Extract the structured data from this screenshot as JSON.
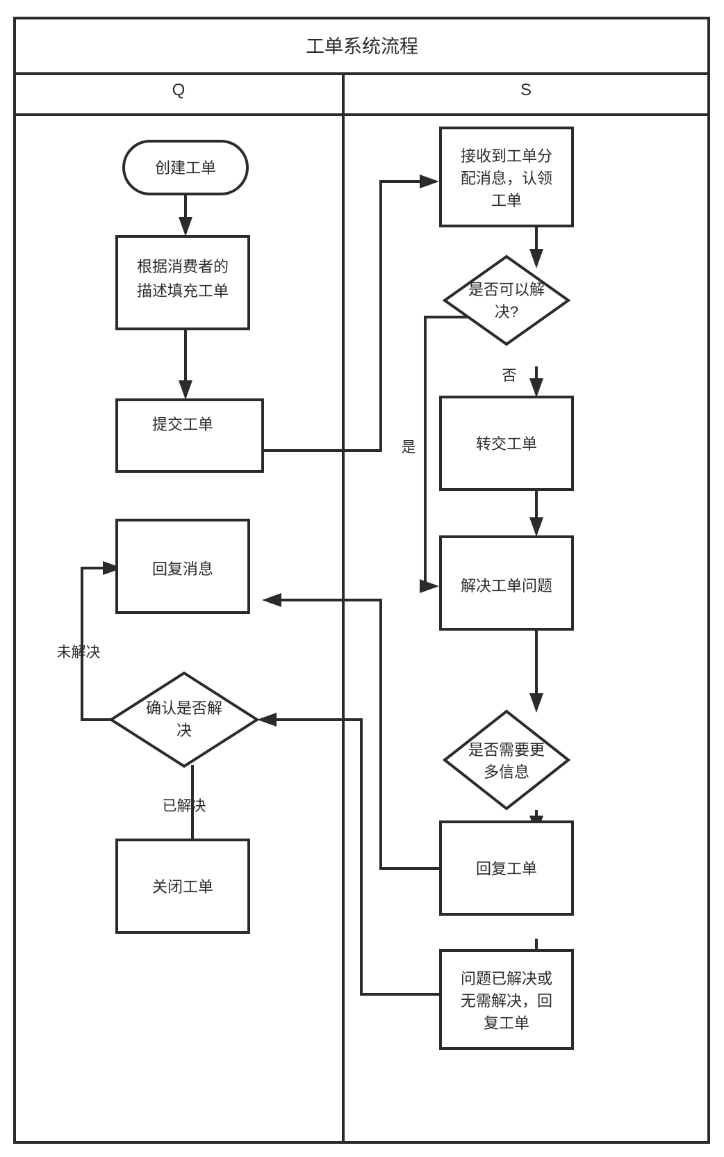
{
  "diagram": {
    "title": "工单系统流程",
    "type": "swimlane-flowchart",
    "lanes": [
      {
        "id": "lane-q",
        "label": "Q"
      },
      {
        "id": "lane-s",
        "label": "S"
      }
    ],
    "nodes": [
      {
        "id": "n1",
        "lane": "lane-q",
        "shape": "rounded-rectangle",
        "lines": [
          "创建工单"
        ]
      },
      {
        "id": "n2",
        "lane": "lane-q",
        "shape": "rectangle",
        "lines": [
          "根据消费者的",
          "描述填充工单"
        ]
      },
      {
        "id": "n3",
        "lane": "lane-q",
        "shape": "rectangle",
        "lines": [
          "提交工单"
        ]
      },
      {
        "id": "n4",
        "lane": "lane-q",
        "shape": "rectangle",
        "lines": [
          "回复消息"
        ]
      },
      {
        "id": "n5",
        "lane": "lane-q",
        "shape": "diamond",
        "lines": [
          "确认是否解",
          "决"
        ]
      },
      {
        "id": "n6",
        "lane": "lane-q",
        "shape": "rectangle",
        "lines": [
          "关闭工单"
        ]
      },
      {
        "id": "n7",
        "lane": "lane-s",
        "shape": "rectangle",
        "lines": [
          "接收到工单分",
          "配消息，认领",
          "工单"
        ]
      },
      {
        "id": "n8",
        "lane": "lane-s",
        "shape": "diamond",
        "lines": [
          "是否可以解",
          "决?"
        ]
      },
      {
        "id": "n9",
        "lane": "lane-s",
        "shape": "rectangle",
        "lines": [
          "转交工单"
        ]
      },
      {
        "id": "n10",
        "lane": "lane-s",
        "shape": "rectangle",
        "lines": [
          "解决工单问题"
        ]
      },
      {
        "id": "n11",
        "lane": "lane-s",
        "shape": "diamond",
        "lines": [
          "是否需要更",
          "多信息"
        ]
      },
      {
        "id": "n12",
        "lane": "lane-s",
        "shape": "rectangle",
        "lines": [
          "回复工单"
        ]
      },
      {
        "id": "n13",
        "lane": "lane-s",
        "shape": "rectangle",
        "lines": [
          "问题已解决或",
          "无需解决，回",
          "复工单"
        ]
      }
    ],
    "edge_labels": [
      {
        "id": "e-no-resolve",
        "text": "否"
      },
      {
        "id": "e-yes-resolve",
        "text": "是"
      },
      {
        "id": "e-unresolved",
        "text": "未解决"
      },
      {
        "id": "e-resolved",
        "text": "已解决"
      },
      {
        "id": "e-need-info-yes",
        "text": "是"
      }
    ],
    "colors": {
      "stroke": "#2b2b2b",
      "fill": "#ffffff",
      "text": "#2b2b2b"
    }
  }
}
